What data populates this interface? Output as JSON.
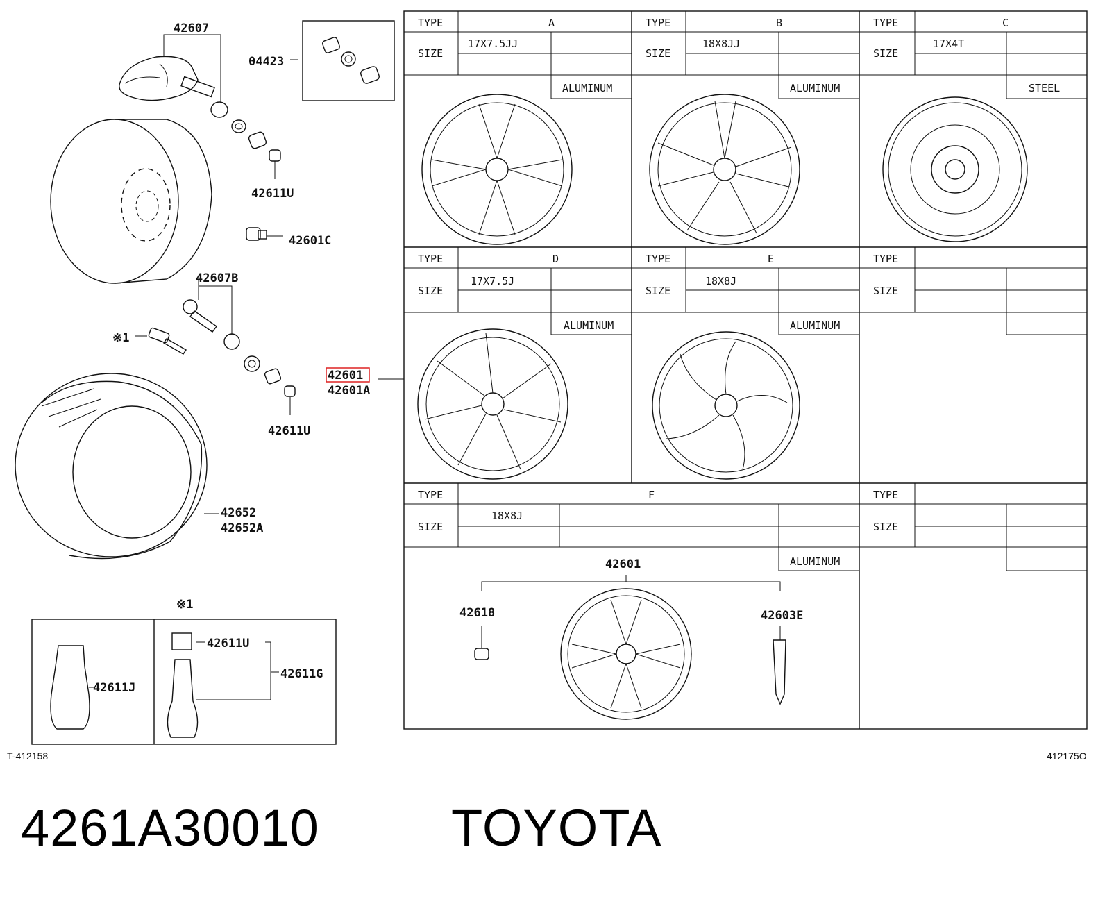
{
  "callouts": {
    "p42607": "42607",
    "p04423": "04423",
    "p42611u_a": "42611U",
    "p42601c": "42601C",
    "p42607b": "42607B",
    "p_note1": "※1",
    "p42601": "42601",
    "p42601a": "42601A",
    "p42611u_b": "42611U",
    "p42652": "42652",
    "p42652a": "42652A",
    "p_note1_box": "※1",
    "p42611j": "42611J",
    "p42611u_c": "42611U",
    "p42611g": "42611G",
    "p42601_f": "42601",
    "p42618": "42618",
    "p42603e": "42603E"
  },
  "codes": {
    "left": "T-412158",
    "right": "412175O"
  },
  "table": {
    "type_label": "TYPE",
    "size_label": "SIZE",
    "cells": [
      {
        "type": "A",
        "size": "17X7.5JJ",
        "material": "ALUMINUM"
      },
      {
        "type": "B",
        "size": "18X8JJ",
        "material": "ALUMINUM"
      },
      {
        "type": "C",
        "size": "17X4T",
        "material": "STEEL"
      },
      {
        "type": "D",
        "size": "17X7.5J",
        "material": "ALUMINUM"
      },
      {
        "type": "E",
        "size": "18X8J",
        "material": "ALUMINUM"
      },
      {
        "type": "",
        "size": "",
        "material": ""
      },
      {
        "type": "F",
        "size": "18X8J",
        "material": "ALUMINUM"
      },
      {
        "type": "",
        "size": "",
        "material": ""
      }
    ]
  },
  "footer": {
    "part_number": "4261A30010",
    "brand": "TOYOTA"
  }
}
